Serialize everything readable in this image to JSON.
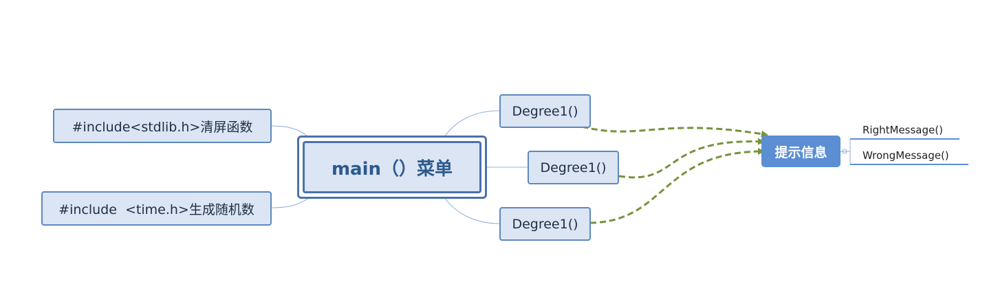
{
  "diagram": {
    "root": {
      "label": "main（）菜单"
    },
    "left_topics": [
      {
        "label": "#include<stdlib.h>清屏函数"
      },
      {
        "label": "#include  <time.h>生成随机数"
      }
    ],
    "right_topics": [
      {
        "label": "Degree1()"
      },
      {
        "label": "Degree1()"
      },
      {
        "label": "Degree1()"
      }
    ],
    "hint_node": {
      "label": "提示信息"
    },
    "hint_children": [
      {
        "label": "RightMessage()"
      },
      {
        "label": "WrongMessage()"
      }
    ],
    "colors": {
      "topic_fill": "#dbe5f3",
      "topic_border": "#5e88c0",
      "root_border": "#4a72ab",
      "hint_fill": "#5b8ed3",
      "relationship_arrow": "#76923c",
      "branch_line": "#8fb0d8"
    }
  }
}
